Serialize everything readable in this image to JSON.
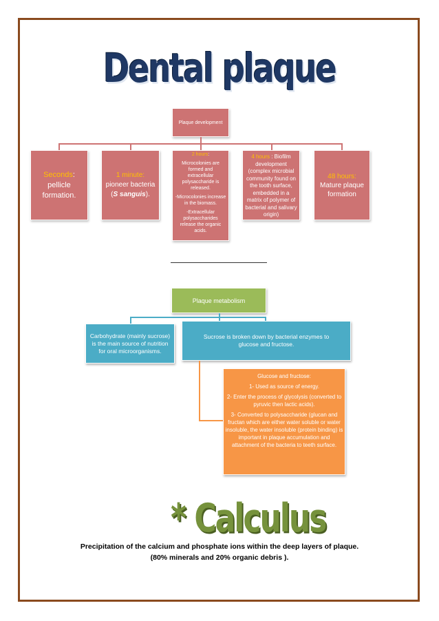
{
  "title": "Dental plaque",
  "development": {
    "root": "Plaque development",
    "stages": [
      {
        "head": "Seconds",
        "sep": ":",
        "body": "pellicle formation."
      },
      {
        "head": "1 minute:",
        "body_pre": "pioneer bacteria (",
        "body_em": "S sanguis",
        "body_post": ")."
      },
      {
        "head": "2 hours",
        "sep": ":",
        "lines": [
          "Microcolonies are formed and extracellular polysaccharide is released.",
          "-Microcolonies increase in the biomass.",
          "-Extracellular polysaccharides release the organic acids."
        ]
      },
      {
        "head": "4 hours",
        "sep": " : Biofilm development (complex microbial community found on the tooth surface, embedded in a matrix of polymer of bacterial and salivary origin)"
      },
      {
        "head": "48 hours:",
        "body": "Mature plaque formation"
      }
    ]
  },
  "metabolism": {
    "root": "Plaque metabolism",
    "left": "Carbohydrate (mainly sucrose) is the main source of nutrition for oral microorganisms.",
    "right": "Sucrose is broken down by bacterial enzymes to glucose and fructose.",
    "detail": [
      "Glucose and fructose:",
      "1- Used as source of energy.",
      "2- Enter the process of glycolysis (converted to pyruvic then lactic acids).",
      "3- Converted to polysaccharide (glucan and fructan which are either water soluble or water insoluble, the water insoluble (protein binding) is important in plaque accumulation and attachment of the bacteria to teeth surface."
    ]
  },
  "calculus": {
    "title": "* Calculus",
    "line1": "Precipitation of the calcium and phosphate ions within the deep layers of plaque.",
    "line2": "(80% minerals and 20% organic debris )."
  },
  "colors": {
    "frame": "#8a4a1e",
    "title": "#1f3864",
    "pink": "#cd7373",
    "yellow": "#ffc000",
    "green": "#9bbb59",
    "teal": "#4bacc6",
    "orange": "#f79646",
    "calculus": "#76923c"
  }
}
